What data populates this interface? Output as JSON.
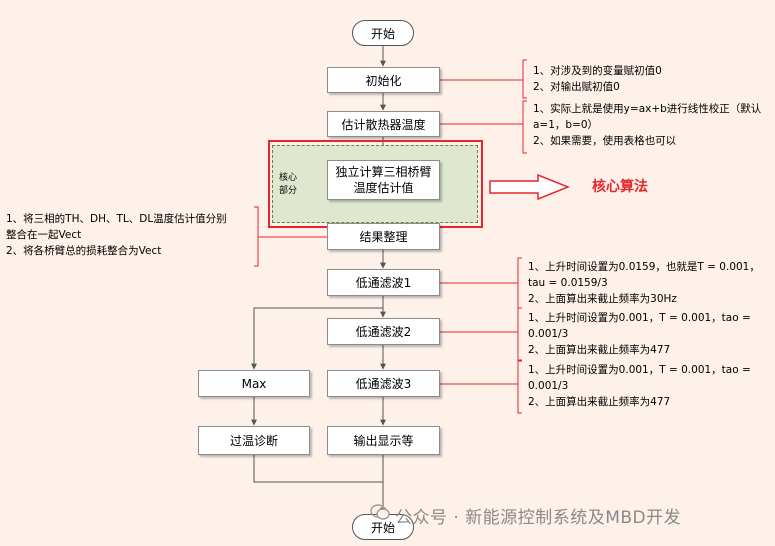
{
  "flow": {
    "start": "开始",
    "end": "开始",
    "steps": {
      "init": "初始化",
      "estimate_heatsink": "估计散热器温度",
      "core_calc_line1": "独立计算三相桥臂",
      "core_calc_line2": "温度估计值",
      "organize": "结果整理",
      "lpf1": "低通滤波1",
      "lpf2": "低通滤波2",
      "lpf3": "低通滤波3",
      "max": "Max",
      "overtemp": "过温诊断",
      "output_display": "输出显示等"
    },
    "core": {
      "side_label_line1": "核心",
      "side_label_line2": "部分",
      "tag": "核心算法"
    }
  },
  "notes": {
    "init": "1、对涉及到的变量赋初值0\n2、对输出赋初值0",
    "estimate": "1、实际上就是使用y=ax+b进行线性校正（默认\na=1，b=0）\n2、如果需要，使用表格也可以",
    "organize": "1、将三相的TH、DH、TL、DL温度估计值分别\n整合在一起Vect\n2、将各桥臂总的损耗整合为Vect",
    "lpf1": "1、上升时间设置为0.0159，也就是T = 0.001，\ntau = 0.0159/3\n2、上面算出来截止频率为30Hz",
    "lpf2": "1、上升时间设置为0.001，T = 0.001，tao =\n0.001/3\n2、上面算出来截止频率为477",
    "lpf3": "1、上升时间设置为0.001，T = 0.001，tao =\n0.001/3\n2、上面算出来截止频率为477"
  },
  "watermark": "公众号 · 新能源控制系统及MBD开发",
  "colors": {
    "background": "#fdf1ea",
    "accent_red": "#e8262b",
    "core_fill": "#dfe8cf",
    "line": "#555555"
  }
}
